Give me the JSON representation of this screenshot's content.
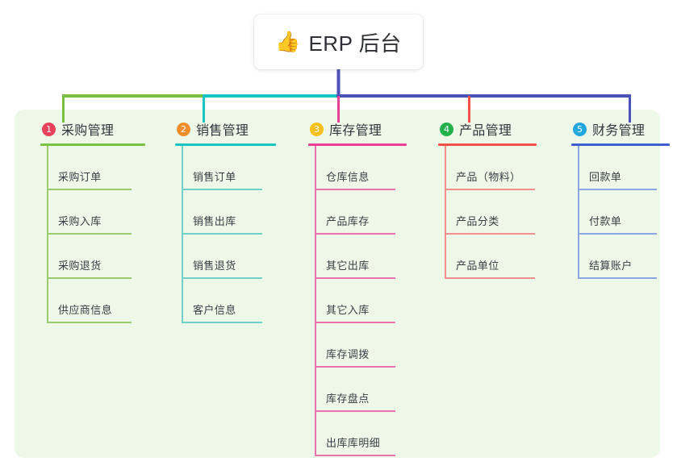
{
  "root": {
    "emoji": "👍",
    "emoji_name": "thumbs-up-emoji",
    "title": "ERP 后台"
  },
  "theme": {
    "panel_bg": "#eef8e9",
    "page_bg": "#ffffff",
    "root_stem": "#4a52b8",
    "text": "#32353b"
  },
  "columns": [
    {
      "number": "1",
      "title": "采购管理",
      "badge_color": "#e8415a",
      "accent": "#7ac143",
      "leaf_color": "#9ccb6d",
      "items": [
        "采购订单",
        "采购入库",
        "采购退货",
        "供应商信息"
      ]
    },
    {
      "number": "2",
      "title": "销售管理",
      "badge_color": "#f28d2b",
      "accent": "#18c5c0",
      "leaf_color": "#6fcfc9",
      "items": [
        "销售订单",
        "销售出库",
        "销售退货",
        "客户信息"
      ]
    },
    {
      "number": "3",
      "title": "库存管理",
      "badge_color": "#f6c019",
      "accent": "#ea3f94",
      "leaf_color": "#ec74ae",
      "items": [
        "仓库信息",
        "产品库存",
        "其它出库",
        "其它入库",
        "库存调拨",
        "库存盘点",
        "出库库明细"
      ]
    },
    {
      "number": "4",
      "title": "产品管理",
      "badge_color": "#22b14c",
      "accent": "#f2514e",
      "leaf_color": "#f5908c",
      "items": [
        "产品（物料）",
        "产品分类",
        "产品单位"
      ]
    },
    {
      "number": "5",
      "title": "财务管理",
      "badge_color": "#23a7e0",
      "accent": "#3f5fd0",
      "leaf_color": "#8ba6e3",
      "items": [
        "回款单",
        "付款单",
        "结算账户"
      ]
    }
  ],
  "connector": {
    "bus_segments": [
      {
        "from": "#7ac143",
        "label": "green-segment"
      },
      {
        "from": "#18c5c0",
        "label": "teal-segment"
      },
      {
        "from": "#4a52b8",
        "label": "indigo-segment"
      }
    ]
  }
}
